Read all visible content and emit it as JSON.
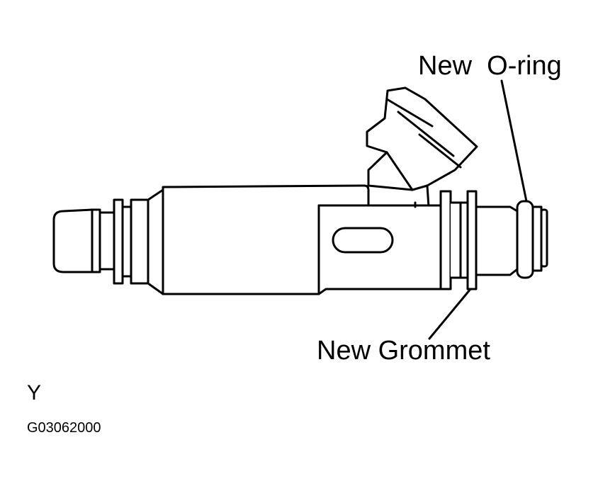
{
  "labels": {
    "o_ring": "New  O-ring",
    "grommet": "New Grommet",
    "view": "Y",
    "figure_id": "G03062000"
  },
  "colors": {
    "line": "#000000",
    "background": "#ffffff"
  }
}
